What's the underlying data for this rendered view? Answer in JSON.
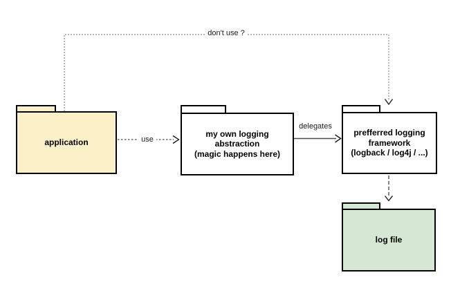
{
  "canvas": {
    "background": "#ffffff",
    "node_border_color": "#000000"
  },
  "nodes": {
    "application": {
      "label": "application",
      "type": "folder",
      "fill": "#fcf0c8"
    },
    "abstraction": {
      "label": "my own logging\nabstraction\n(magic happens here)",
      "type": "folder",
      "fill": "#ffffff"
    },
    "framework": {
      "label": "prefferred logging\nframework\n(logback / log4j / ...)",
      "type": "folder",
      "fill": "#ffffff"
    },
    "logfile": {
      "label": "log file",
      "type": "folder",
      "fill": "#d5e8d4"
    }
  },
  "edges": {
    "dont_use": {
      "label": "don't use ?",
      "style": "dotted",
      "from": "application",
      "to": "framework",
      "color": "#8c8c8c"
    },
    "use": {
      "label": "use",
      "style": "dotted",
      "from": "application",
      "to": "abstraction",
      "color": "#666666"
    },
    "delegates": {
      "label": "delegates",
      "style": "solid",
      "from": "abstraction",
      "to": "framework",
      "color": "#4d4d4d"
    },
    "writes": {
      "label": "",
      "style": "dashed",
      "from": "framework",
      "to": "logfile",
      "color": "#4d4d4d"
    }
  }
}
